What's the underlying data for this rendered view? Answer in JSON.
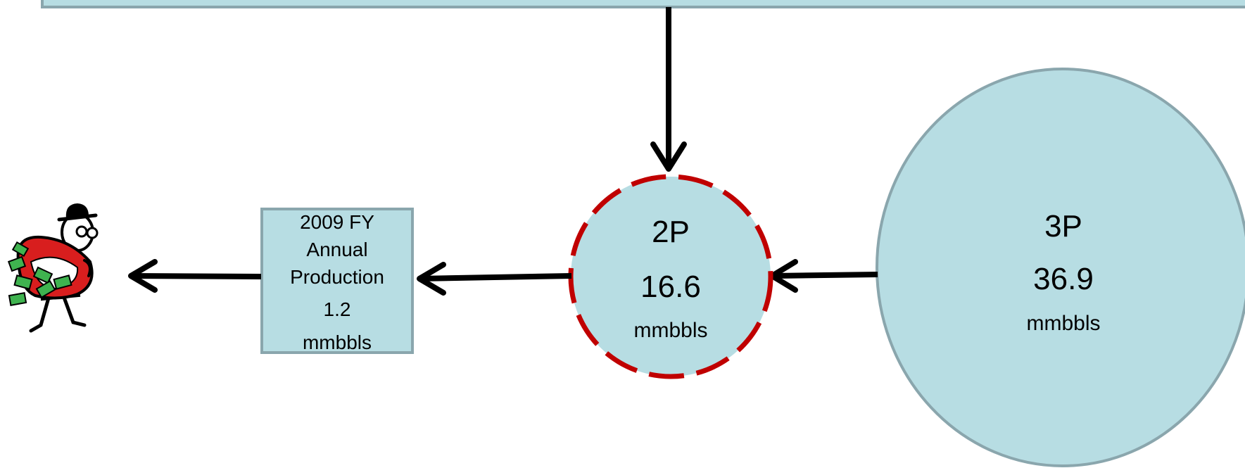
{
  "colors": {
    "fill": "#b7dde3",
    "stroke": "#8aa6ad",
    "dashed_border": "#c00000",
    "arrow": "#000000"
  },
  "production_box": {
    "line1": "2009 FY",
    "line2": "Annual",
    "line3": "Production",
    "value": "1.2",
    "unit": "mmbbls"
  },
  "node_2p": {
    "label": "2P",
    "value": "16.6",
    "unit": "mmbbls"
  },
  "node_3p": {
    "label": "3P",
    "value": "36.9",
    "unit": "mmbbls"
  },
  "icons": {
    "thief": "thief-with-money-bag-icon"
  }
}
